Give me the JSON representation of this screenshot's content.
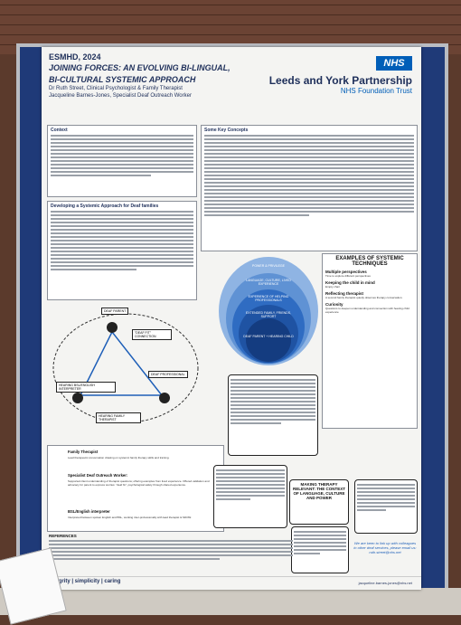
{
  "header": {
    "conference": "ESMHD, 2024",
    "title_line1": "JOINING FORCES: AN EVOLVING BI-LINGUAL,",
    "title_line2": "BI-CULTURAL SYSTEMIC APPROACH",
    "author1": "Dr Ruth Street, Clinical Psychologist & Family Therapist",
    "author2": "Jacqueline Barnes-Jones, Specialist Deaf Outreach Worker",
    "logo": "NHS",
    "trust_line1": "Leeds and York Partnership",
    "trust_line2": "NHS Foundation Trust"
  },
  "sections": {
    "context": "Context",
    "developing": "Developing a Systemic Approach for Deaf families",
    "key_concepts": "Some Key Concepts"
  },
  "pyramid_labels": {
    "outer": "POWER & PRIVILEGE",
    "ring2": "LANGUAGE, CULTURE, LIVED EXPERIENCE",
    "ring3": "EXPERIENCE OF HELPING PROFESSIONALS",
    "ring4": "EXTENDED FAMILY, FRIENDS, SUPPORT",
    "core": "DEAF PARENT + HEARING CHILD"
  },
  "diagram_labels": {
    "deaf_parent": "DEAF PARENT",
    "deaf_fit": "\"DEAF FIT\" CONNECTION",
    "interpreter": "HEARING BSL/ENGLISH INTERPRETER",
    "deaf_professional": "DEAF PROFESSIONAL",
    "hearing_therapist": "HEARING FAMILY THERAPIST"
  },
  "roles": [
    {
      "title": "Family Therapist",
      "text": "Lead therapeutic conversation drawing on systemic family therapy skills and training."
    },
    {
      "title": "Specialist Deaf Outreach Worker:",
      "text": "Supported client understanding of therapist questions; offering examples from lived experience. Offered validation and advocacy for parent to express worries: \"deaf fix\", psychological safety through shared experience."
    },
    {
      "title": "BSL/English interpreter",
      "text": "Interpreted between spoken English and BSL, working inter-professionally with lead therapist & SDOW."
    }
  ],
  "making_therapy": "MAKING THERAPY RELEVANT: THE CONTEXT OF LANGUAGE, CULTURE AND POWER",
  "examples": {
    "title": "EXAMPLES OF SYSTEMIC TECHNIQUES",
    "items": [
      {
        "h": "Multiple perspectives",
        "t": "Time to explore different perspectives"
      },
      {
        "h": "Keeping the child in mind",
        "t": "Empty chair"
      },
      {
        "h": "Reflecting therapist",
        "t": "A second family therapist quietly observes therapy conversation."
      },
      {
        "h": "Curiosity",
        "t": "Questions to deepen understanding and connection with hearing child experience"
      }
    ]
  },
  "closing": {
    "line": "We are keen to link up with colleagues in other deaf services, please email us:",
    "email": "ruth.street@nhs.net"
  },
  "references": {
    "title": "REFERENCES"
  },
  "footer": {
    "values": "integrity  |  simplicity  |  caring",
    "email": "jacqueline.barnes-jones@nhs.net"
  }
}
